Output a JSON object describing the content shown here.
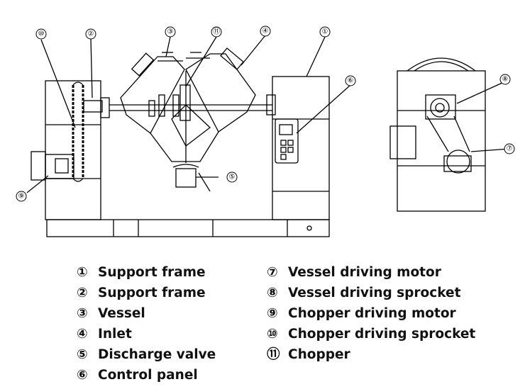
{
  "callouts": {
    "c1": "①",
    "c2": "②",
    "c3": "③",
    "c4": "④",
    "c5": "⑤",
    "c6": "⑥",
    "c7": "⑦",
    "c8": "⑧",
    "c9": "⑨",
    "c10": "⑩",
    "c11": "⑪"
  },
  "legend": {
    "left": [
      {
        "num": "①",
        "label": "Support frame"
      },
      {
        "num": "②",
        "label": "Support frame"
      },
      {
        "num": "③",
        "label": "Vessel"
      },
      {
        "num": "④",
        "label": "Inlet"
      },
      {
        "num": "⑤",
        "label": "Discharge valve"
      },
      {
        "num": "⑥",
        "label": "Control panel"
      }
    ],
    "right": [
      {
        "num": "⑦",
        "label": "Vessel driving motor"
      },
      {
        "num": "⑧",
        "label": "Vessel driving sprocket"
      },
      {
        "num": "⑨",
        "label": "Chopper driving motor"
      },
      {
        "num": "⑩",
        "label": "Chopper driving sprocket"
      },
      {
        "num": "⑪",
        "label": "Chopper"
      }
    ]
  }
}
